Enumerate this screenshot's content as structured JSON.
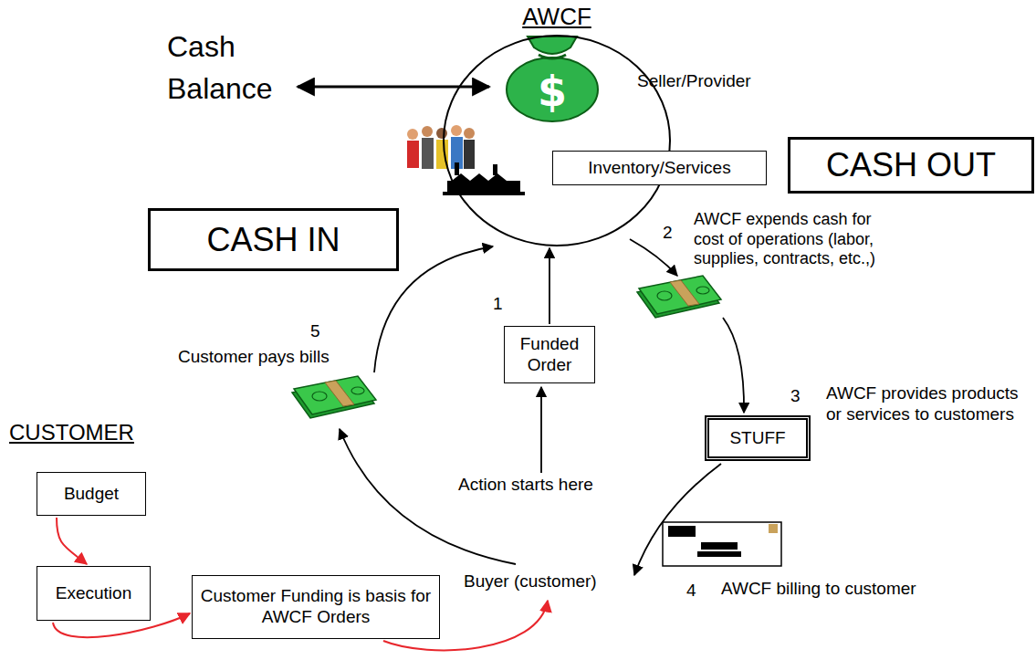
{
  "diagram": {
    "nodes": [
      {
        "text": [
          "AWCF",
          "Seller/Provider"
        ]
      },
      {
        "text": [
          "Inventory/Services"
        ],
        "in": 0
      },
      {
        "text": [
          "CASH OUT"
        ]
      },
      {
        "text": [
          "CASH IN"
        ]
      },
      {
        "text": [
          "Funded Order"
        ]
      },
      {
        "text": [
          "STUFF"
        ]
      },
      {
        "text": [
          "Budget"
        ]
      },
      {
        "text": [
          "Execution"
        ]
      },
      {
        "text": [
          "Customer Funding is basis for AWCF Orders"
        ]
      }
    ],
    "edges": [
      {
        "from": 4,
        "to": 0,
        "arrow": "to"
      },
      {
        "from": 6,
        "to": 7,
        "arrow": "to"
      },
      {
        "from": 7,
        "to": 8,
        "arrow": "to"
      }
    ],
    "labels": [
      "Cash Balance",
      "1",
      "2",
      "AWCF expends cash for cost of operations (labor, supplies, contracts, etc.,)",
      "3",
      "AWCF provides products or services to customers",
      "5",
      "Customer pays bills",
      "Action starts here",
      "CUSTOMER",
      "Buyer (customer)",
      "4",
      "AWCF billing to customer"
    ]
  }
}
